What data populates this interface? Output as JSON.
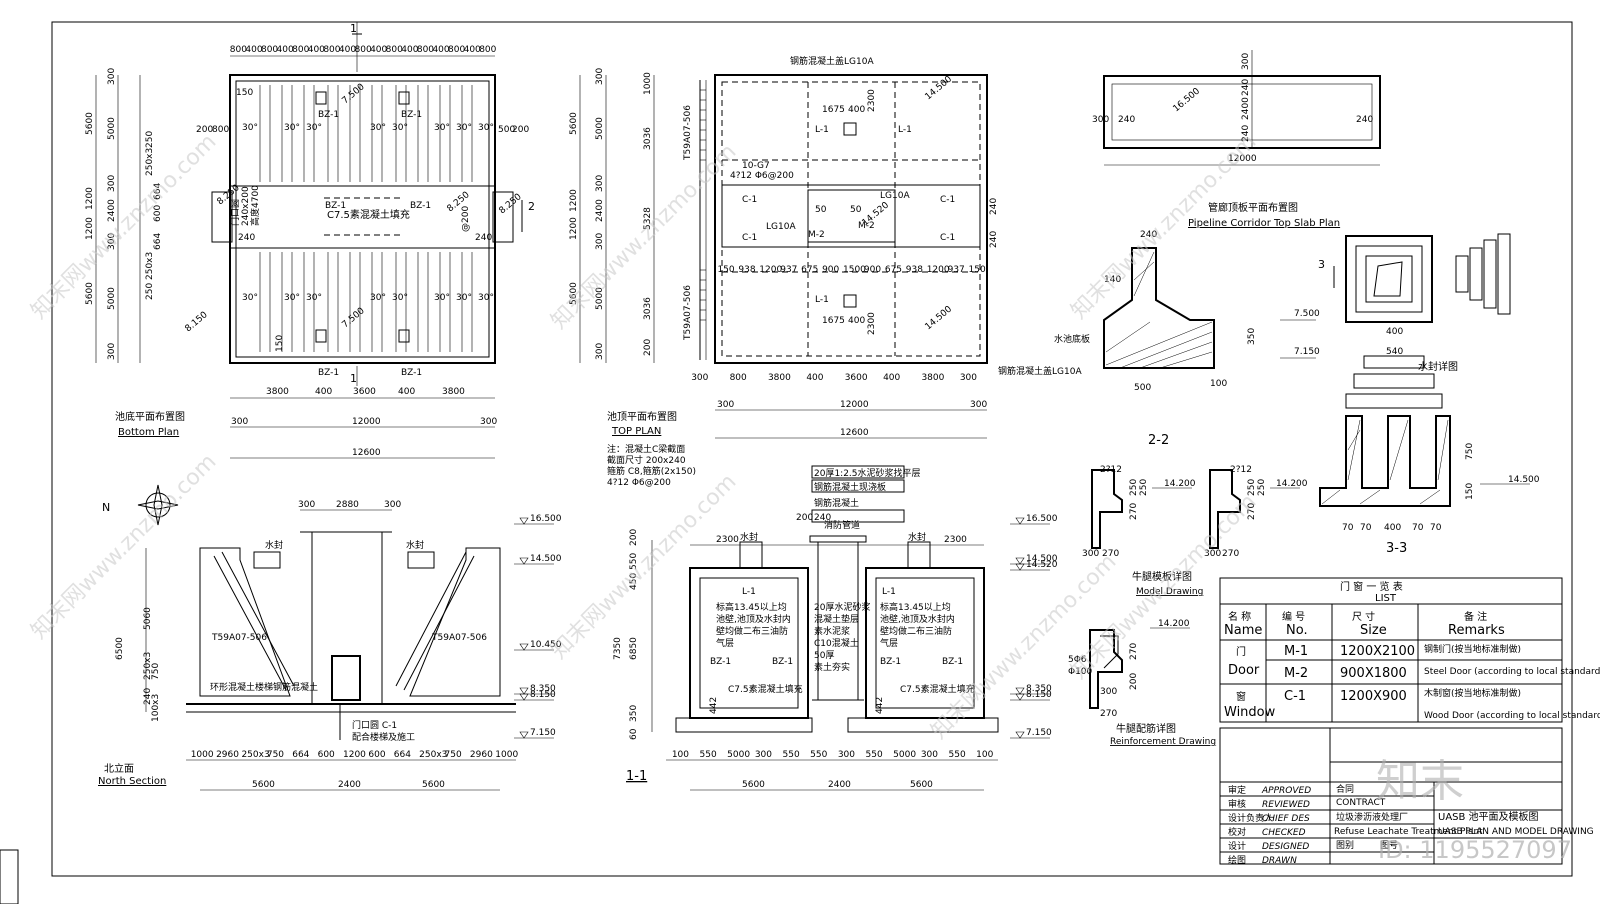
{
  "watermark": {
    "text": "知末网www.znzmo.com",
    "logo_text": "知末",
    "id_text": "ID: 1195527097"
  },
  "bottom_plan": {
    "title_cn": "池底平面布置图",
    "title_en": "Bottom Plan",
    "top_dims": [
      "800",
      "400",
      "800",
      "400",
      "800",
      "400",
      "800",
      "400",
      "800",
      "400",
      "800",
      "400",
      "800",
      "400",
      "800",
      "400",
      "800"
    ],
    "bottom_dims": [
      "3800",
      "400",
      "3600",
      "400",
      "3800"
    ],
    "overall": [
      "300",
      "12000",
      "300"
    ],
    "total": "12600",
    "left_dims_outer": [
      "5600",
      "1200",
      "1200",
      "5600"
    ],
    "left_dims_inner": [
      "300",
      "5000",
      "300",
      "2400",
      "300",
      "5000",
      "300"
    ],
    "left_dims_third": [
      "250",
      "250x3",
      "664",
      "600",
      "664",
      "250x3",
      "250"
    ],
    "slope_labels": [
      "30°",
      "30°",
      "30°",
      "30°",
      "30°",
      "30°",
      "30°",
      "30°"
    ],
    "beam_labels": [
      "BZ-1",
      "BZ-1",
      "BZ-1",
      "BZ-1",
      "BZ-1",
      "BZ-1"
    ],
    "elev_labels": [
      "7.500",
      "7.500",
      "8.250",
      "8.250",
      "8.150",
      "8.250"
    ],
    "mid_text": "C7.5素混凝土填充",
    "door_text": [
      "门口圆",
      "240x200",
      "高度4700",
      "@200"
    ],
    "small_dims": [
      "150",
      "200",
      "800",
      "500",
      "200",
      "150",
      "240",
      "240"
    ],
    "section_mark": "1",
    "section_mark2": "2"
  },
  "top_plan": {
    "title_cn": "池顶平面布置图",
    "title_en": "TOP PLAN",
    "notes": [
      "注：混凝土C梁截面",
      "截面尺寸 200x240",
      "箍筋 C8,箍筋(2x150)",
      "4?12 Φ6@200"
    ],
    "bottom_dims": [
      "300",
      "800",
      "3800",
      "400",
      "3600",
      "400",
      "3800",
      "300"
    ],
    "overall": [
      "300",
      "12000",
      "300"
    ],
    "total": "12600",
    "left_dims_outer": [
      "5600",
      "1200",
      "1200",
      "5600"
    ],
    "left_dims_inner": [
      "300",
      "5000",
      "300",
      "2400",
      "300",
      "5000",
      "300"
    ],
    "left_dims_third": [
      "1000",
      "3036",
      "5328",
      "3036",
      "200"
    ],
    "row_dims": [
      "150",
      "938",
      "1200",
      "937",
      "675",
      "900",
      "1500",
      "900",
      "675",
      "938",
      "1200",
      "937",
      "150"
    ],
    "labels_beam": [
      "L-1",
      "L-1",
      "L-1",
      "C-1",
      "C-1",
      "C-1",
      "C-1",
      "M-2",
      "M-2",
      "LG10A",
      "LG10A"
    ],
    "callouts": [
      "钢筋混凝土盖LG10A",
      "钢筋混凝土盖LG10A",
      "10-G7",
      "4?12 Φ6@200"
    ],
    "elev": [
      "14.500",
      "14.500",
      "14.520"
    ],
    "pipe_label": "T59A07-506",
    "dims_small": [
      "1675",
      "400",
      "2300",
      "1675",
      "400",
      "2300",
      "240",
      "240",
      "50",
      "50"
    ]
  },
  "pipeline_slab": {
    "title_cn": "管廊顶板平面布置图",
    "title_en": "Pipeline Corridor Top Slab Plan",
    "dims": [
      "300",
      "2400",
      "240",
      "240",
      "300",
      "240",
      "240",
      "12000"
    ],
    "elev": "16.500"
  },
  "section_22": {
    "title": "2-2",
    "dims": [
      "240",
      "140",
      "500",
      "100",
      "350"
    ],
    "elev": [
      "7.500",
      "7.150"
    ],
    "label": "水池底板"
  },
  "section_33": {
    "title": "3-3",
    "title2": "水封详图",
    "dims": [
      "400",
      "540",
      "70",
      "70",
      "400",
      "70",
      "70",
      "750",
      "150"
    ],
    "elev": "14.500",
    "mark": "3"
  },
  "model_drawing": {
    "title_cn": "牛腿模板详图",
    "title_en": "Model Drawing",
    "dims": [
      "2?12",
      "250",
      "250",
      "270",
      "300",
      "270",
      "2?12",
      "250",
      "250",
      "270",
      "300",
      "270"
    ],
    "elev": [
      "14.200",
      "14.200"
    ]
  },
  "reinforcement": {
    "title_cn": "牛腿配筋详图",
    "title_en": "Reinforcement Drawing",
    "dims": [
      "5Φ6",
      "Φ100",
      "270",
      "200",
      "300",
      "270"
    ],
    "elev": "14.200"
  },
  "north_section": {
    "title_cn": "北立面",
    "title_en": "North Section",
    "compass": "N",
    "bottom_dims": [
      "1000",
      "2960",
      "250x3",
      "750",
      "664",
      "600",
      "1200",
      "600",
      "664",
      "250x3",
      "750",
      "2960",
      "1000"
    ],
    "overall": [
      "5600",
      "2400",
      "5600"
    ],
    "top_dims": [
      "300",
      "2880",
      "300"
    ],
    "left_dims": [
      "6500",
      "5060",
      "250x3",
      "750",
      "240",
      "100x3"
    ],
    "elev": [
      "16.500",
      "14.500",
      "10.450",
      "8.350",
      "8.150",
      "7.150"
    ],
    "pipe_label": [
      "T59A07-506",
      "T59A07-506"
    ],
    "labels": [
      "水封",
      "水封",
      "环形混凝土楼梯钢筋混凝土",
      "门口圆 C-1",
      "配合楼梯及施工"
    ]
  },
  "section_11": {
    "title": "1-1",
    "top_dims": [
      "2300",
      "200",
      "240",
      "2300"
    ],
    "left_dims": [
      "200",
      "550",
      "450",
      "7350",
      "6850",
      "350",
      "60"
    ],
    "bottom_dims": [
      "100",
      "550",
      "5000",
      "300",
      "550",
      "550",
      "300",
      "550",
      "5000",
      "300",
      "550",
      "100"
    ],
    "overall": [
      "5600",
      "2400",
      "5600"
    ],
    "elev": [
      "16.500",
      "14.500",
      "14.520",
      "8.350",
      "8.150",
      "7.150"
    ],
    "notes": [
      "标高13.45以上均",
      "池壁,池顶及水封内",
      "壁均做二布三油防",
      "气层"
    ],
    "notes2": [
      "标高13.45以上均",
      "池壁,池顶及水封内",
      "壁均做二布三油防",
      "气层"
    ],
    "layer_notes": [
      "20厚1:2.5水泥砂浆找平层",
      "钢筋混凝土现浇板"
    ],
    "layers": [
      "20厚水泥砂浆",
      "混凝土垫层",
      "素水泥浆",
      "C10混凝土",
      "50厚",
      "素土夯实"
    ],
    "beams": [
      "L-1",
      "L-1",
      "BZ-1",
      "BZ-1",
      "BZ-1",
      "BZ-1"
    ],
    "fill": [
      "C7.5素混凝土填充",
      "C7.5素混凝土填充"
    ],
    "small": [
      "水封",
      "水封",
      "消防管道",
      "钢筋混凝土"
    ],
    "bottom_marks": [
      "442",
      "442"
    ]
  },
  "door_window_table": {
    "title": "门 窗 一 览 表",
    "title_en": "LIST",
    "headers_cn": [
      "名 称",
      "编 号",
      "尺 寸",
      "备 注"
    ],
    "headers_en": [
      "Name",
      "No.",
      "Size",
      "Remarks"
    ],
    "rows": [
      {
        "name_cn": "门",
        "name_en": "Door",
        "no": "M-1",
        "size": "1200X2100",
        "remark_cn": "钢制门(按当地标准制做)",
        "remark_en": "Steel Door (according to local standard drawing)"
      },
      {
        "name_cn": "",
        "name_en": "",
        "no": "M-2",
        "size": "900X1800",
        "remark_cn": "",
        "remark_en": ""
      },
      {
        "name_cn": "窗",
        "name_en": "Window",
        "no": "C-1",
        "size": "1200X900",
        "remark_cn": "木制窗(按当地标准制做)",
        "remark_en": "Wood Door (according to local standard drawing)"
      }
    ]
  },
  "title_block": {
    "rows": [
      {
        "cn": "审定",
        "en": "APPROVED"
      },
      {
        "cn": "审核",
        "en": "REVIEWED"
      },
      {
        "cn": "设计负责人",
        "en": "CHIEF DES"
      },
      {
        "cn": "校对",
        "en": "CHECKED"
      },
      {
        "cn": "设计",
        "en": "DESIGNED"
      },
      {
        "cn": "绘图",
        "en": "DRAWN"
      }
    ],
    "contract_cn": "合同",
    "contract_en": "CONTRACT",
    "project_cn": "垃圾渗沥液处理厂",
    "project_en": "Refuse Leachate Treatment Plant",
    "drawing_cn": "UASB 池平面及模板图",
    "drawing_en": "UASB PLAN AND MODEL DRAWING",
    "extra": [
      "图别",
      "图号"
    ]
  }
}
